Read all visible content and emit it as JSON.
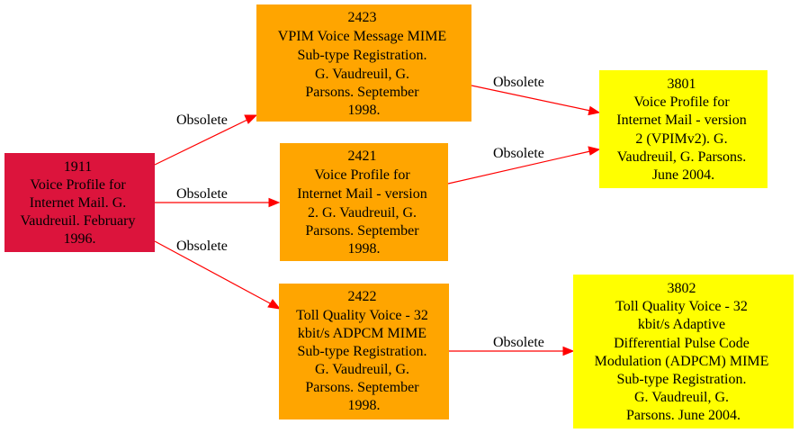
{
  "colors": {
    "obsoleted": "#dc143c",
    "obsoleting_orange": "#ffa500",
    "obsoleting_yellow": "#ffff00",
    "edge": "#ff0000"
  },
  "nodes": {
    "n1911": {
      "lines": [
        "1911",
        "Voice Profile for",
        "Internet Mail. G.",
        "Vaudreuil. February",
        "1996."
      ],
      "color": "#dc143c"
    },
    "n2423": {
      "lines": [
        "2423",
        "VPIM Voice Message MIME",
        "Sub-type Registration.",
        "G. Vaudreuil, G.",
        "Parsons. September",
        "1998."
      ],
      "color": "#ffa500"
    },
    "n2421": {
      "lines": [
        "2421",
        "Voice Profile for",
        "Internet Mail - version",
        "2. G. Vaudreuil, G.",
        "Parsons. September",
        "1998."
      ],
      "color": "#ffa500"
    },
    "n2422": {
      "lines": [
        "2422",
        "Toll Quality Voice - 32",
        "kbit/s ADPCM MIME",
        "Sub-type Registration.",
        "G. Vaudreuil, G.",
        "Parsons. September",
        "1998."
      ],
      "color": "#ffa500"
    },
    "n3801": {
      "lines": [
        "3801",
        "Voice Profile for",
        "Internet Mail - version",
        "2 (VPIMv2). G.",
        "Vaudreuil, G. Parsons.",
        "June 2004."
      ],
      "color": "#ffff00"
    },
    "n3802": {
      "lines": [
        "3802",
        "Toll Quality Voice - 32",
        "kbit/s Adaptive",
        "Differential Pulse Code",
        "Modulation (ADPCM) MIME",
        "Sub-type Registration.",
        "G. Vaudreuil, G.",
        "Parsons. June 2004."
      ],
      "color": "#ffff00"
    }
  },
  "edges": [
    {
      "from": "n1911",
      "to": "n2423",
      "label": "Obsolete"
    },
    {
      "from": "n1911",
      "to": "n2421",
      "label": "Obsolete"
    },
    {
      "from": "n1911",
      "to": "n2422",
      "label": "Obsolete"
    },
    {
      "from": "n2423",
      "to": "n3801",
      "label": "Obsolete"
    },
    {
      "from": "n2421",
      "to": "n3801",
      "label": "Obsolete"
    },
    {
      "from": "n2422",
      "to": "n3802",
      "label": "Obsolete"
    }
  ]
}
